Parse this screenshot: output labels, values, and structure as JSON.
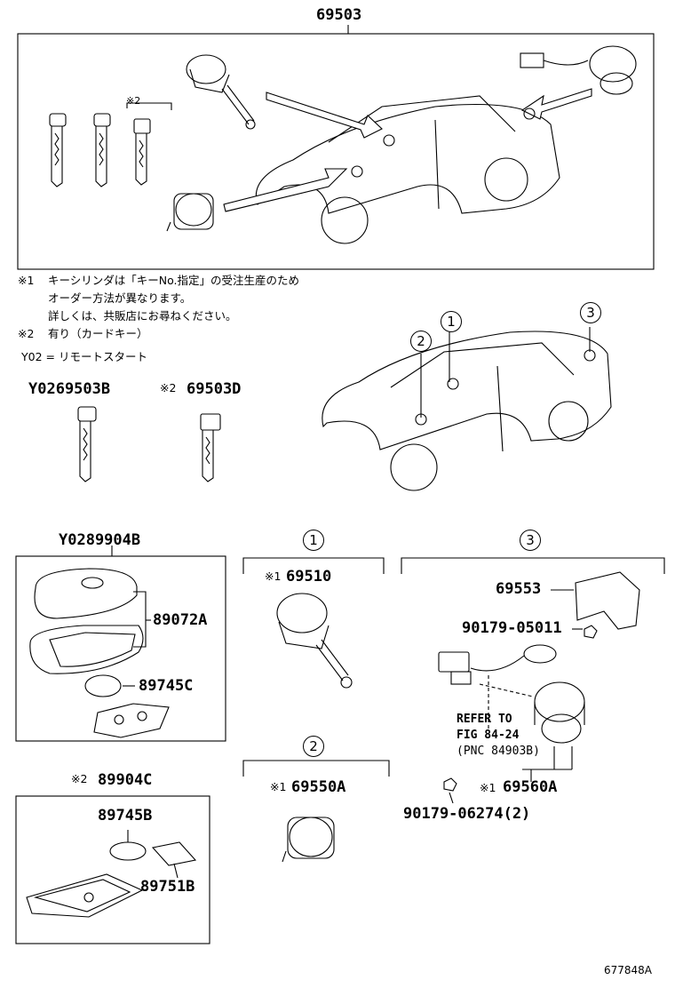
{
  "top_assembly": {
    "part_no": "69503",
    "note_mark": "※2"
  },
  "notes": {
    "n1_mark": "※1",
    "n1_line1": "キーシリンダは「キーNo.指定」の受注生産のため",
    "n1_line2": "オーダー方法が異なります。",
    "n1_line3": "詳しくは、共販店にお尋ねください。",
    "n2_mark": "※2",
    "n2_line1": "有り（カードキー）",
    "y02_note": "Y02 = リモートスタート"
  },
  "keys": {
    "key_b": "Y0269503B",
    "key_d_mark": "※2",
    "key_d": "69503D"
  },
  "callouts": [
    "1",
    "2",
    "3"
  ],
  "transmitter_box": {
    "title": "Y0289904B",
    "p1": "89072A",
    "p2": "89745C"
  },
  "card_box": {
    "mark": "※2",
    "title": "89904C",
    "p1": "89745B",
    "p2": "89751B"
  },
  "group1": {
    "callout": "1",
    "mark": "※1",
    "part": "69510"
  },
  "group2": {
    "callout": "2",
    "mark": "※1",
    "part": "69550A"
  },
  "group3": {
    "callout": "3",
    "p1": "69553",
    "p2": "90179-05011",
    "refer1": "REFER TO",
    "refer2": "FIG 84-24",
    "refer3": "(PNC 84903B)",
    "p3_mark": "※1",
    "p3": "69560A",
    "p4": "90179-06274(2)"
  },
  "figure_id": "677848A"
}
